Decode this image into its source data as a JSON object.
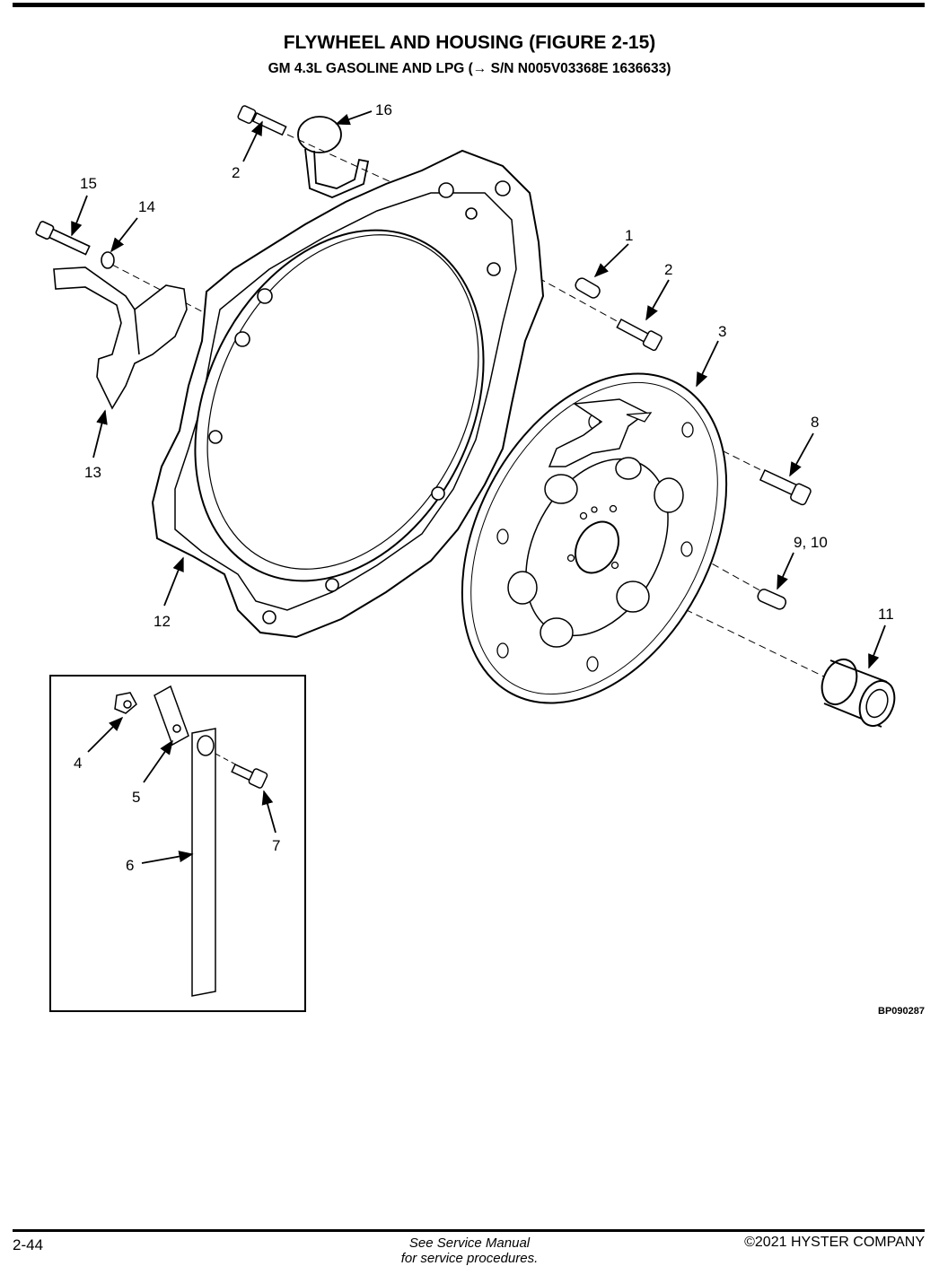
{
  "header": {
    "title": "FLYWHEEL AND HOUSING (FIGURE 2-15)",
    "subtitle": "GM 4.3L GASOLINE AND LPG  (→ S/N N005V03368E 1636633)"
  },
  "callouts": [
    "16",
    "2",
    "15",
    "14",
    "1",
    "2",
    "3",
    "13",
    "8",
    "9, 10",
    "12",
    "11",
    "4",
    "5",
    "7",
    "6"
  ],
  "figure_code": "BP090287",
  "footer": {
    "page_number": "2-44",
    "note": "See Service Manual",
    "note2": "for service procedures.",
    "copyright": "©2021 HYSTER COMPANY"
  }
}
